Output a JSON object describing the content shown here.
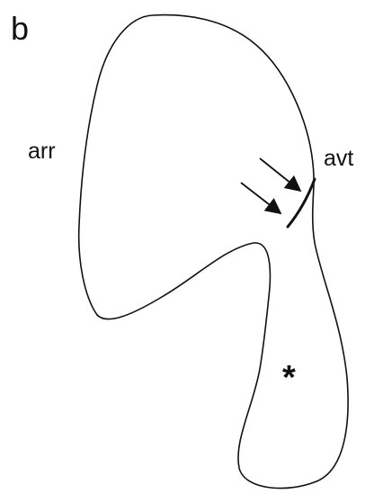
{
  "figure": {
    "panel_letter": "b",
    "label_left": "arr",
    "label_right": "avt",
    "marker": "*",
    "arrow_count": 2,
    "outline_color": "#111111",
    "background_color": "#ffffff"
  }
}
